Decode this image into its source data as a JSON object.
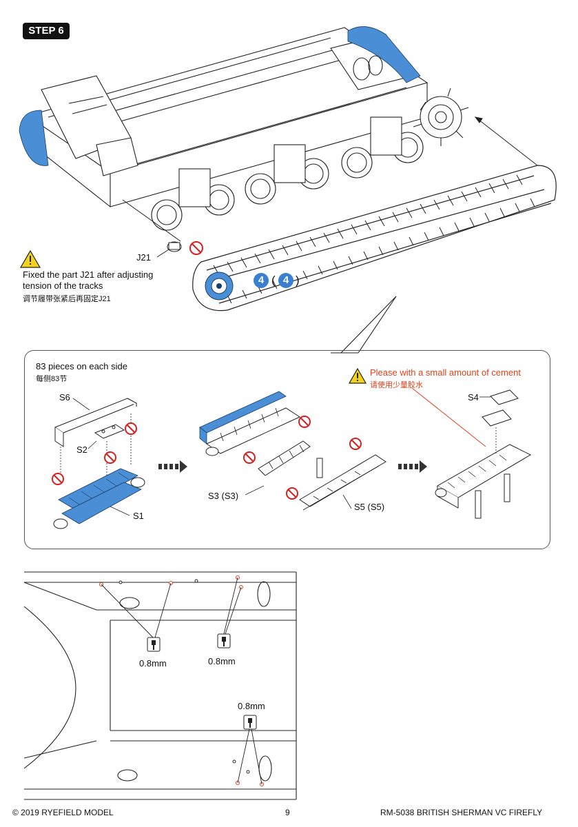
{
  "step": {
    "label": "STEP 6"
  },
  "callouts": {
    "part_j21": "J21",
    "warning_en_line1": "Fixed the part J21 after adjusting",
    "warning_en_line2": "tension of the tracks",
    "warning_cn": "调节履带张紧后再固定J21",
    "track_ref_number": "4",
    "track_ref_paren_open": "(",
    "track_ref_paren_number": "4",
    "track_ref_paren_close": ")"
  },
  "detail_panel": {
    "pieces_en": "83 pieces on each side",
    "pieces_cn": "每侧83节",
    "cement_en": "Please with a small amount of cement",
    "cement_cn": "请使用少量胶水",
    "parts": {
      "s6": "S6",
      "s2": "S2",
      "s1": "S1",
      "s3": "S3 (S3)",
      "s5": "S5 (S5)",
      "s4": "S4"
    }
  },
  "drill": {
    "size_a": "0.8mm",
    "size_b": "0.8mm",
    "size_c": "0.8mm"
  },
  "footer": {
    "copyright": "© 2019 RYEFIELD MODEL",
    "page_number": "9",
    "product": "RM-5038 BRITISH SHERMAN VC FIREFLY"
  },
  "colors": {
    "highlight_blue": "#4a8fd6",
    "cement_text": "#e0401a",
    "warning_yellow": "#f2d21a",
    "no_symbol_red": "#d81e1e"
  }
}
